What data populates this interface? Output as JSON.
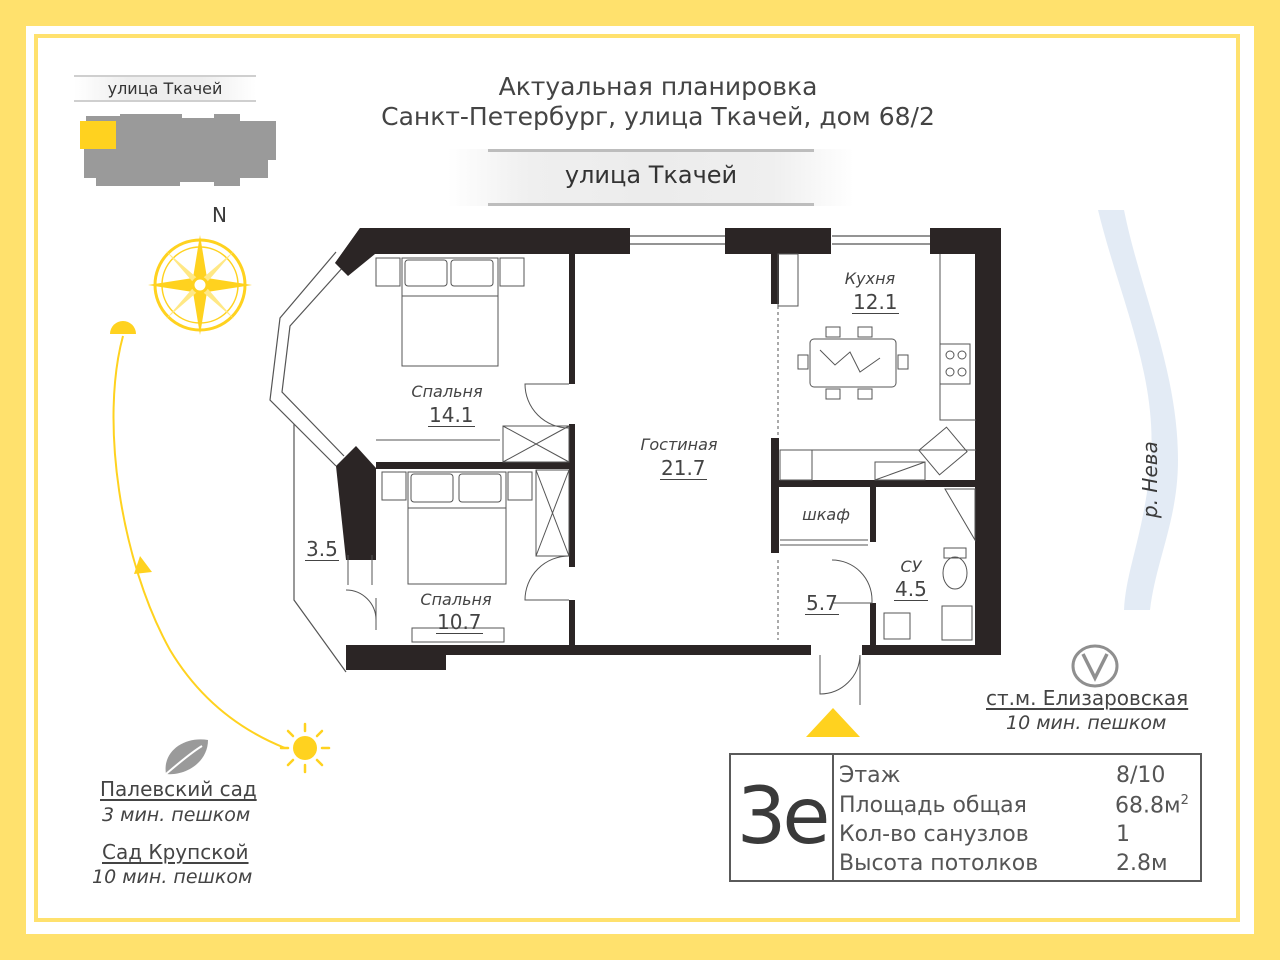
{
  "header": {
    "title_line1": "Актуальная планировка",
    "title_line2": "Санкт-Петербург, улица Ткачей, дом 68/2",
    "street_banner": "улица Ткачей"
  },
  "mini_map": {
    "street": "улица Ткачей"
  },
  "compass": {
    "north_label": "N"
  },
  "river": {
    "label": "р. Нева"
  },
  "rooms": {
    "bedroom1": {
      "name": "Спальня",
      "area": "14.1"
    },
    "bedroom2": {
      "name": "Спальня",
      "area": "10.7"
    },
    "living": {
      "name": "Гостиная",
      "area": "21.7"
    },
    "kitchen": {
      "name": "Кухня",
      "area": "12.1"
    },
    "closet": {
      "name": "шкаф"
    },
    "bathroom": {
      "name": "СУ",
      "area": "4.5"
    },
    "hall": {
      "area": "5.7"
    },
    "balcony": {
      "area": "3.5"
    }
  },
  "metro": {
    "name": "ст.м. Елизаровская",
    "walk": "10 мин. пешком"
  },
  "parks": [
    {
      "name": "Палевский сад",
      "walk": "3 мин. пешком"
    },
    {
      "name": "Сад Крупской",
      "walk": "10 мин. пешком"
    }
  ],
  "info": {
    "code": "3е",
    "rows": [
      {
        "label": "Этаж",
        "value": "8/10"
      },
      {
        "label": "Площадь общая",
        "value": "68.8м",
        "sup": "2"
      },
      {
        "label": "Кол-во санузлов",
        "value": "1"
      },
      {
        "label": "Высота потолков",
        "value": "2.8м"
      }
    ]
  },
  "colors": {
    "accent": "#ffe16d",
    "wall": "#2b2525",
    "sun": "#ffd21f",
    "text": "#3a3a3a"
  }
}
